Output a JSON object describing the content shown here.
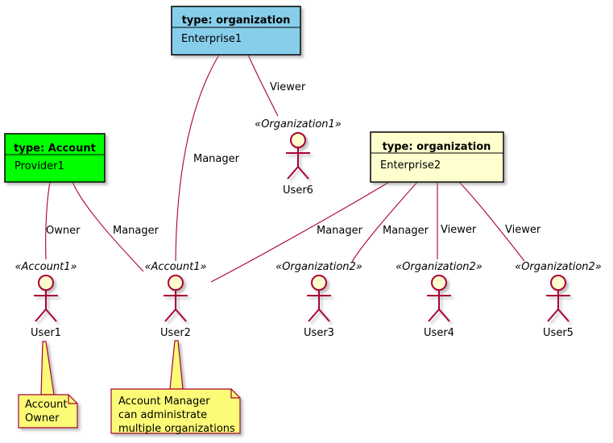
{
  "diagram_type": "uml-object-diagram",
  "colors": {
    "edge": "#A80036",
    "actor_outline": "#A80036",
    "actor_fill": "#FEFECE",
    "note_fill": "#FBFB77",
    "note_border": "#A80036",
    "box_border": "#000000"
  },
  "boxes": [
    {
      "title": "type: organization",
      "name": "Enterprise1",
      "fill": "#87CEEB"
    },
    {
      "title": "type: Account",
      "name": "Provider1",
      "fill": "#00FF00"
    },
    {
      "title": "type: organization",
      "name": "Enterprise2",
      "fill": "#FEFECE"
    }
  ],
  "actors": [
    {
      "stereotype": "«Account1»",
      "name": "User1"
    },
    {
      "stereotype": "«Account1»",
      "name": "User2"
    },
    {
      "stereotype": "«Organization2»",
      "name": "User3"
    },
    {
      "stereotype": "«Organization2»",
      "name": "User4"
    },
    {
      "stereotype": "«Organization2»",
      "name": "User5"
    },
    {
      "stereotype": "«Organization1»",
      "name": "User6"
    }
  ],
  "edges": [
    {
      "from": "Enterprise1",
      "to": "User6",
      "label": "Viewer"
    },
    {
      "from": "Enterprise1",
      "to": "User2",
      "label": "Manager"
    },
    {
      "from": "Provider1",
      "to": "User1",
      "label": "Owner"
    },
    {
      "from": "Provider1",
      "to": "User2",
      "label": "Manager"
    },
    {
      "from": "Enterprise2",
      "to": "User2",
      "label": "Manager"
    },
    {
      "from": "Enterprise2",
      "to": "User3",
      "label": "Manager"
    },
    {
      "from": "Enterprise2",
      "to": "User4",
      "label": "Viewer"
    },
    {
      "from": "Enterprise2",
      "to": "User5",
      "label": "Viewer"
    }
  ],
  "notes": [
    {
      "attached_to": "User1",
      "lines": [
        "Account",
        "Owner"
      ]
    },
    {
      "attached_to": "User2",
      "lines": [
        "Account Manager",
        "can administrate",
        "multiple organizations"
      ]
    }
  ]
}
